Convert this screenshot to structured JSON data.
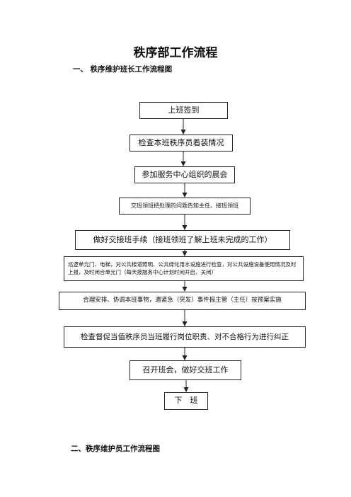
{
  "title": "秩序部工作流程",
  "section1": {
    "label": "一、  秩序维护班长工作流程图"
  },
  "section2": {
    "label": "二、秩序维护员工作流程图"
  },
  "flow": {
    "steps": [
      "上班签到",
      "检查本班秩序员着装情况",
      "参加服务中心组织的晨会",
      "交班领班把处理的问题告知主任、接班领班",
      "做好交接班手续（接班领班了解上班未完成的工作）",
      "巡逻单元门、电梯，对公共楼道照明、公共绿化用水设施进行检查，对公共设施设备使用情况及时上报，及时闭合单元门（每天按服务中心计划时间开启、关闭）",
      "合理安排、协调本班事物，遇紧急（突发）事件报主管（主任）按预案实施",
      "检查督促当值秩序员当班履行岗位职责、对不合格行为进行纠正",
      "召开班会，做好交班工作",
      "下　班"
    ]
  }
}
